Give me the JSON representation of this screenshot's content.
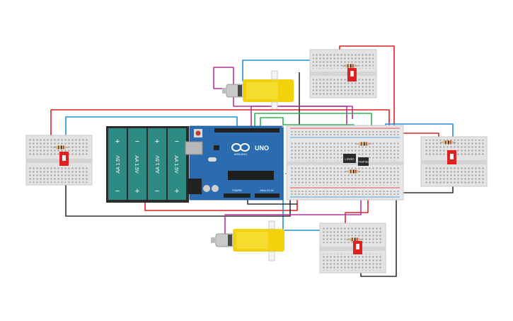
{
  "canvas": {
    "background": "#ffffff"
  },
  "battery_pack": {
    "cells": [
      {
        "label": "AA 1.5V",
        "plus": "+",
        "minus": "−"
      },
      {
        "label": "AA 1.5V",
        "plus": "+",
        "minus": "−"
      },
      {
        "label": "AA 1.5V",
        "plus": "+",
        "minus": "−"
      },
      {
        "label": "AA 1.5V",
        "plus": "+",
        "minus": "−"
      }
    ],
    "cell_color": "#2e8b83",
    "case_color": "#2b2b2b"
  },
  "arduino": {
    "board_label": "UNO",
    "brand": "ARDUINO",
    "board_color": "#2b6cb0",
    "power_header": "POWER",
    "analog_header": "ANALOG IN"
  },
  "chips": [
    {
      "label": "L293D"
    },
    {
      "label": "TMP36"
    }
  ],
  "motors": [
    {
      "name": "top-motor",
      "color": "#f2d20c"
    },
    {
      "name": "bottom-motor",
      "color": "#f2d20c"
    }
  ],
  "switch_color": "#e02020",
  "wire_colors": {
    "red": "#e02020",
    "blue": "#1f8fd6",
    "black": "#303030",
    "green": "#2fb34a",
    "magenta": "#b3359c"
  }
}
